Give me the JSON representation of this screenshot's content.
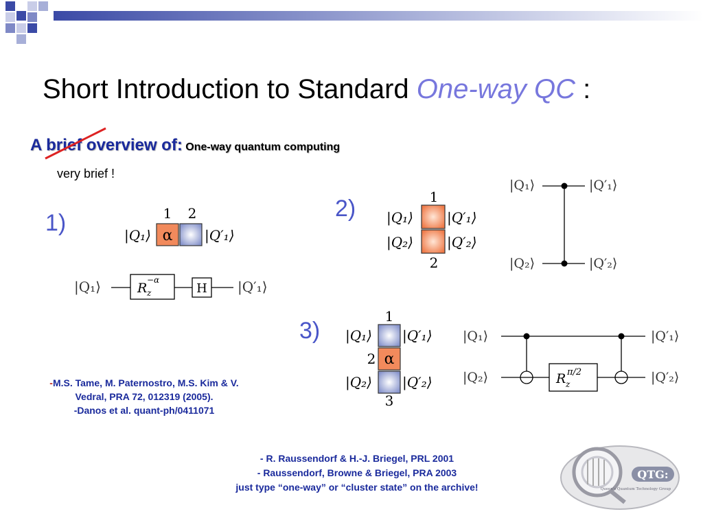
{
  "slide": {
    "title_main": "Short Introduction to Standard ",
    "title_accent": "One-way QC",
    "title_tail": " :",
    "subhead_big": "A brief overview of:",
    "subhead_small": "One-way quantum computing",
    "subhead_note": "very brief !"
  },
  "labels": {
    "one": "1)",
    "two": "2)",
    "three": "3)"
  },
  "diagram1": {
    "qubit_top_1": "1",
    "qubit_top_2": "2",
    "ket_in": "|Q₁⟩",
    "ket_out": "|Q′₁⟩",
    "alpha": "α",
    "circuit_in": "|Q₁⟩",
    "circuit_out": "|Q′₁⟩",
    "gate_r": "R",
    "gate_r_sub": "z",
    "gate_r_sup": "−α",
    "gate_h": "H"
  },
  "diagram2": {
    "top": "1",
    "bottom": "2",
    "ket1_in": "|Q₁⟩",
    "ket1_out": "|Q′₁⟩",
    "ket2_in": "|Q₂⟩",
    "ket2_out": "|Q′₂⟩",
    "circ1_in": "|Q₁⟩",
    "circ1_out": "|Q′₁⟩",
    "circ2_in": "|Q₂⟩",
    "circ2_out": "|Q′₂⟩"
  },
  "diagram3": {
    "top": "1",
    "mid": "2",
    "bottom": "3",
    "alpha": "α",
    "ket1_in": "|Q₁⟩",
    "ket1_out": "|Q′₁⟩",
    "ket2_in": "|Q₂⟩",
    "ket2_out": "|Q′₂⟩",
    "circ1_in": "|Q₁⟩",
    "circ1_out": "|Q′₁⟩",
    "circ2_in": "|Q₂⟩",
    "circ2_out": "|Q′₂⟩",
    "gate_r": "R",
    "gate_r_sub": "z",
    "gate_r_sup": "π/2"
  },
  "refs_left": {
    "dash": "-",
    "line1": "M.S. Tame, M. Paternostro, M.S. Kim & V.",
    "line2": "Vedral, PRA 72, 012319 (2005).",
    "line3": "-Danos et al. quant-ph/0411071"
  },
  "refs_bottom": {
    "line1": "- R. Raussendorf & H.-J. Briegel, PRL 2001",
    "line2": "- Raussendorf, Browne & Briegel, PRA 2003",
    "line3": "just type “one-way” or “cluster state” on the archive!"
  },
  "logo": {
    "text": "QTG:",
    "subtitle": "Queen's Quantum Technology Group"
  },
  "colors": {
    "title_accent": "#7777dd",
    "navy": "#1a2a9c",
    "label_blue": "#4a56c8",
    "strike_red": "#dd2222",
    "orange_cell": "#f08a5a",
    "blue_cell": "#9aa8d8"
  }
}
